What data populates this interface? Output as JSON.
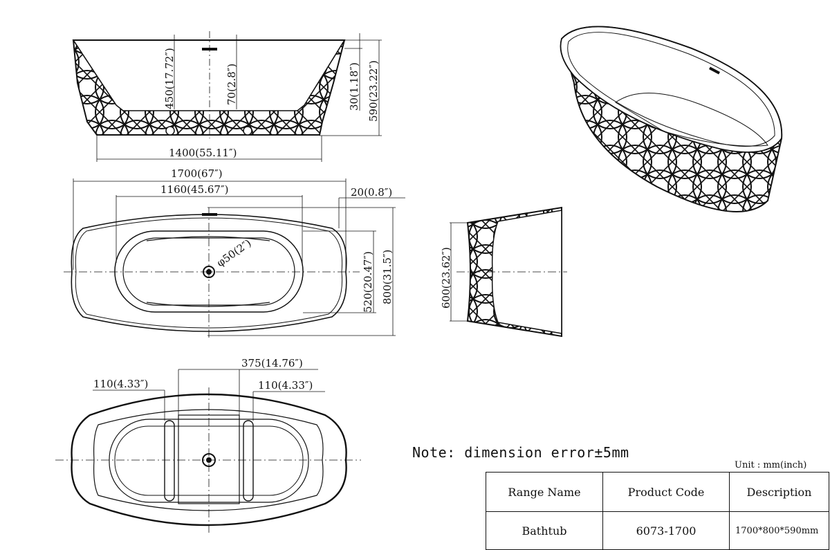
{
  "drawing": {
    "side_view": {
      "height_total": "450(17.72″)",
      "overflow_height": "70(2.8″)",
      "rim_thickness": "30(1.18″)",
      "overall_height": "590(23.22″)",
      "base_length": "1400(55.11″)"
    },
    "top_view": {
      "overall_length": "1700(67″)",
      "inner_length": "1160(45.67″)",
      "rim_offset": "20(0.8″)",
      "drain_diameter": "φ50(2″)",
      "inner_width": "520(20.47″)",
      "overall_width": "800(31.5″)"
    },
    "end_view": {
      "height": "600(23.62″)"
    },
    "bottom_view": {
      "center_spacing": "375(14.76″)",
      "foot_left": "110(4.33″)",
      "foot_right": "110(4.33″)"
    }
  },
  "note": "Note: dimension error±5mm",
  "unit": "Unit : mm(inch)",
  "table": {
    "headers": [
      "Range Name",
      "Product Code",
      "Description"
    ],
    "rows": [
      {
        "range_name": "Bathtub",
        "product_code": "6073-1700",
        "description": "1700*800*590mm"
      }
    ]
  }
}
